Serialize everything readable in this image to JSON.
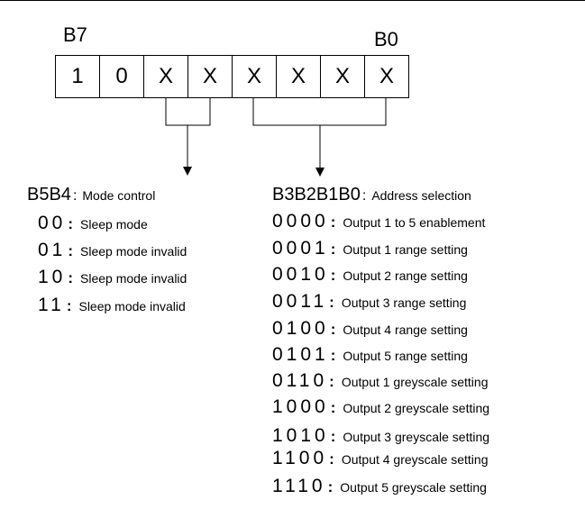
{
  "labels": {
    "msb": "B7",
    "lsb": "B0"
  },
  "register_bits": [
    "1",
    "0",
    "X",
    "X",
    "X",
    "X",
    "X",
    "X"
  ],
  "mode": {
    "header_code": "B5B4",
    "header_sep": ":",
    "header_desc": "Mode control",
    "rows": [
      {
        "code": "00",
        "sep": ":",
        "desc": "Sleep mode"
      },
      {
        "code": "01",
        "sep": ":",
        "desc": "Sleep mode invalid"
      },
      {
        "code": "10",
        "sep": ":",
        "desc": "Sleep mode invalid"
      },
      {
        "code": "11",
        "sep": ":",
        "desc": "Sleep mode invalid"
      }
    ]
  },
  "address": {
    "header_code": "B3B2B1B0",
    "header_sep": ":",
    "header_desc": "Address selection",
    "rows": [
      {
        "code": "0000",
        "sep": ":",
        "desc": "Output 1 to 5 enablement"
      },
      {
        "code": "0001",
        "sep": ":",
        "desc": "Output 1 range setting"
      },
      {
        "code": "0010",
        "sep": ":",
        "desc": "Output 2 range setting"
      },
      {
        "code": "0011",
        "sep": ":",
        "desc": "Output 3 range setting"
      },
      {
        "code": "0100",
        "sep": ":",
        "desc": "Output 4 range setting"
      },
      {
        "code": "0101",
        "sep": ":",
        "desc": "Output 5 range setting"
      },
      {
        "code": "0110",
        "sep": ":",
        "desc": "Output 1 greyscale setting"
      },
      {
        "code": "1000",
        "sep": ":",
        "desc": "Output 2 greyscale setting"
      },
      {
        "code": "1010",
        "sep": ":",
        "desc": "Output 3 greyscale setting"
      },
      {
        "code": "1100",
        "sep": ":",
        "desc": "Output 4 greyscale setting"
      },
      {
        "code": "1110",
        "sep": ":",
        "desc": "Output 5 greyscale setting"
      }
    ]
  }
}
